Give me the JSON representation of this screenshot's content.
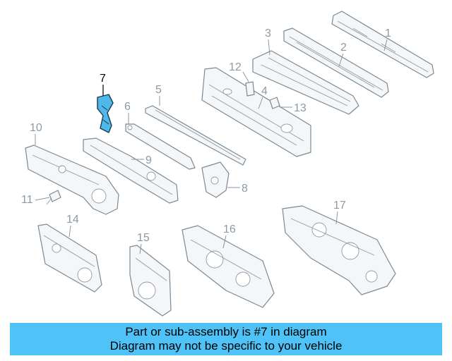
{
  "diagram": {
    "highlight_color": "#4fb8e8",
    "callouts": [
      "1",
      "2",
      "3",
      "4",
      "5",
      "6",
      "7",
      "8",
      "9",
      "10",
      "11",
      "12",
      "13",
      "14",
      "15",
      "16",
      "17"
    ],
    "highlighted_callout": "7"
  },
  "banner": {
    "line1": "Part or sub-assembly is #7 in diagram",
    "line2": "Diagram may not be specific to your vehicle",
    "background": "#4fc3f7"
  }
}
